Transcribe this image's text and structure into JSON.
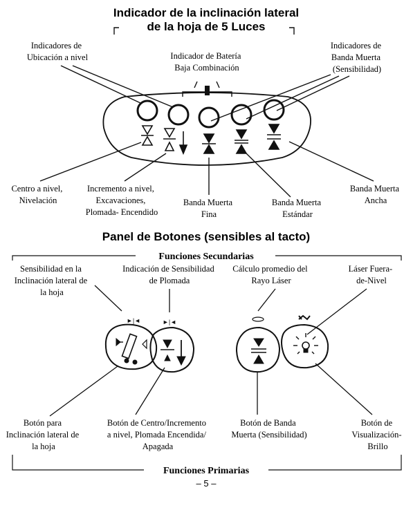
{
  "indicator_section": {
    "title_line1": "Indicador de la inclinación lateral",
    "title_line2": "de la hoja de 5 Luces",
    "callouts_top": {
      "ubicacion": [
        "Indicadores de",
        "Ubicación a nivel"
      ],
      "bateria": [
        "Indicador de Batería",
        "Baja Combinación"
      ],
      "banda_muerta": [
        "Indicadores de",
        "Banda Muerta",
        "(Sensibilidad)"
      ]
    },
    "callouts_bottom": {
      "centro": [
        "Centro a nivel,",
        "Nivelación"
      ],
      "incremento": [
        "Incremento a nivel,",
        "Excavaciones,",
        "Plomada- Encendido"
      ],
      "fina": [
        "Banda Muerta",
        "Fina"
      ],
      "estandar": [
        "Banda Muerta",
        "Estándar"
      ],
      "ancha": [
        "Banda Muerta",
        "Ancha"
      ]
    }
  },
  "button_section": {
    "title": "Panel de Botones (sensibles al tacto)",
    "secondary_header": "Funciones Secundarias",
    "primary_header": "Funciones Primarias",
    "secondary": {
      "sens_inclinacion": [
        "Sensibilidad en la",
        "Inclinación lateral de",
        "la hoja"
      ],
      "sens_plomada": [
        "Indicación de Sensibilidad",
        "de Plomada"
      ],
      "promedio": [
        "Cálculo promedio del",
        "Rayo Láser"
      ],
      "fuera_nivel": [
        "Láser Fuera-",
        "de-Nivel"
      ]
    },
    "primary": {
      "inclinacion": [
        "Botón para",
        "Inclinación lateral de",
        "la hoja"
      ],
      "centro_incremento": [
        "Botón de Centro/Incremento",
        "a nivel, Plomada Encendida/",
        "Apagada"
      ],
      "banda_muerta": [
        "Botón de Banda",
        "Muerta (Sensibilidad)"
      ],
      "visualizacion": [
        "Botón de",
        "Visualización-",
        "Brillo"
      ]
    }
  },
  "page_number": "– 5 –"
}
